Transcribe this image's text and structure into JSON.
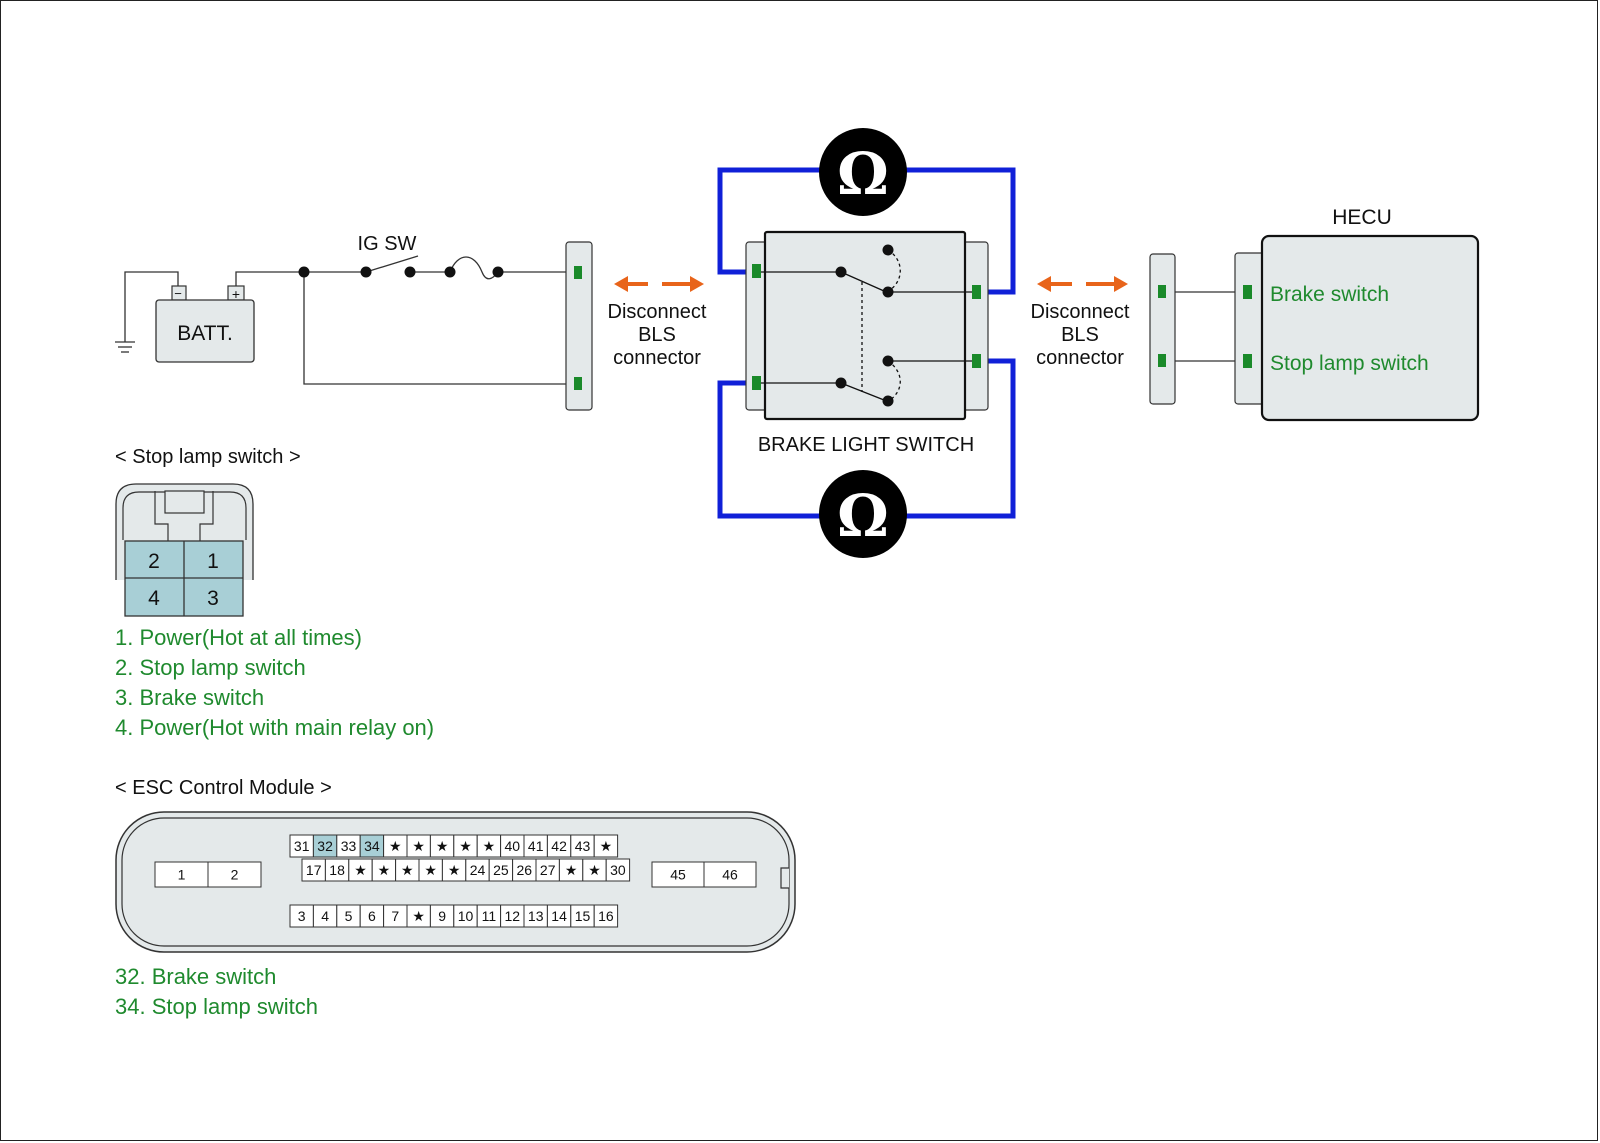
{
  "circuit": {
    "battery_label": "BATT.",
    "battery_minus": "−",
    "battery_plus": "+",
    "ig_sw_label": "IG SW",
    "disconnect_left": [
      "Disconnect",
      "BLS",
      "connector"
    ],
    "disconnect_right": [
      "Disconnect",
      "BLS",
      "connector"
    ],
    "ohm_symbol": "Ω",
    "brake_light_switch_label": "BRAKE LIGHT SWITCH",
    "hecu_label": "HECU",
    "hecu_pins": [
      "Brake switch",
      "Stop lamp switch"
    ]
  },
  "stop_lamp_switch": {
    "title": "< Stop lamp switch >",
    "connector_pins": [
      "2",
      "1",
      "4",
      "3"
    ],
    "pin_descriptions": [
      "1. Power(Hot at all times)",
      "2. Stop lamp switch",
      "3. Brake switch",
      "4. Power(Hot with main relay on)"
    ]
  },
  "esc_module": {
    "title": "< ESC Control Module >",
    "row_top": [
      "31",
      "32",
      "33",
      "34",
      "*",
      "*",
      "*",
      "*",
      "*",
      "40",
      "41",
      "42",
      "43",
      "*"
    ],
    "row_mid": [
      "17",
      "18",
      "*",
      "*",
      "*",
      "*",
      "*",
      "24",
      "25",
      "26",
      "27",
      "*",
      "*",
      "30"
    ],
    "row_bottom": [
      "3",
      "4",
      "5",
      "6",
      "7",
      "*",
      "9",
      "10",
      "11",
      "12",
      "13",
      "14",
      "15",
      "16"
    ],
    "left_block": [
      "1",
      "2"
    ],
    "right_block": [
      "45",
      "46"
    ],
    "highlighted_pins": [
      "32",
      "34"
    ],
    "pin_descriptions": [
      "32. Brake switch",
      "34. Stop lamp switch"
    ]
  },
  "colors": {
    "wire_blue": "#1020d8",
    "arrow_orange": "#e8641a",
    "label_green": "#1f8a2e",
    "connector_green": "#1a8a2a",
    "pin_highlight": "#a8cfd6",
    "box_fill": "#e4e9ea"
  }
}
